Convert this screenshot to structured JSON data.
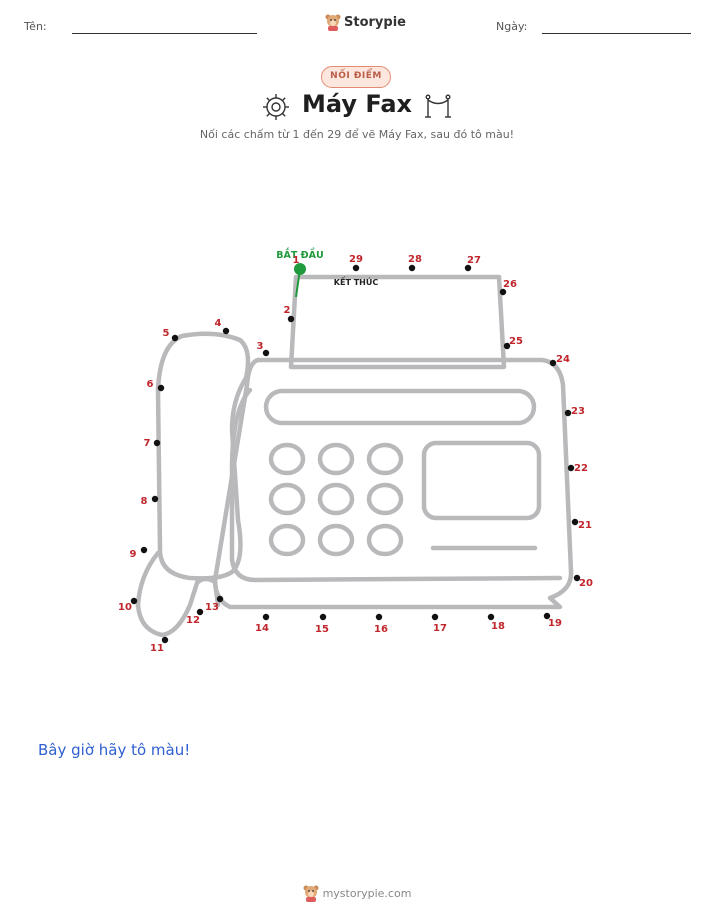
{
  "header": {
    "name_label": "Tên:",
    "date_label": "Ngày:",
    "brand": "Storypie"
  },
  "badge": "NỐI ĐIỂM",
  "title": "Máy Fax",
  "subtitle": "Nối các chấm từ 1 đến 29 để vẽ Máy Fax, sau đó tô màu!",
  "puzzle": {
    "start_label": "BẮT ĐẦU",
    "end_label": "KẾT THÚC",
    "dot_numbers": [
      "1",
      "2",
      "3",
      "4",
      "5",
      "6",
      "7",
      "8",
      "9",
      "10",
      "11",
      "12",
      "13",
      "14",
      "15",
      "16",
      "17",
      "18",
      "19",
      "20",
      "21",
      "22",
      "23",
      "24",
      "25",
      "26",
      "27",
      "28",
      "29"
    ]
  },
  "color_prompt": "Bây giờ hãy tô màu!",
  "footer": {
    "site": "mystorypie.com"
  },
  "colors": {
    "number": "#c0262c",
    "start": "#1f9a3c",
    "outline": "#b9b9bc",
    "badge_border": "#e48b73",
    "link_blue": "#2f5fd0"
  }
}
